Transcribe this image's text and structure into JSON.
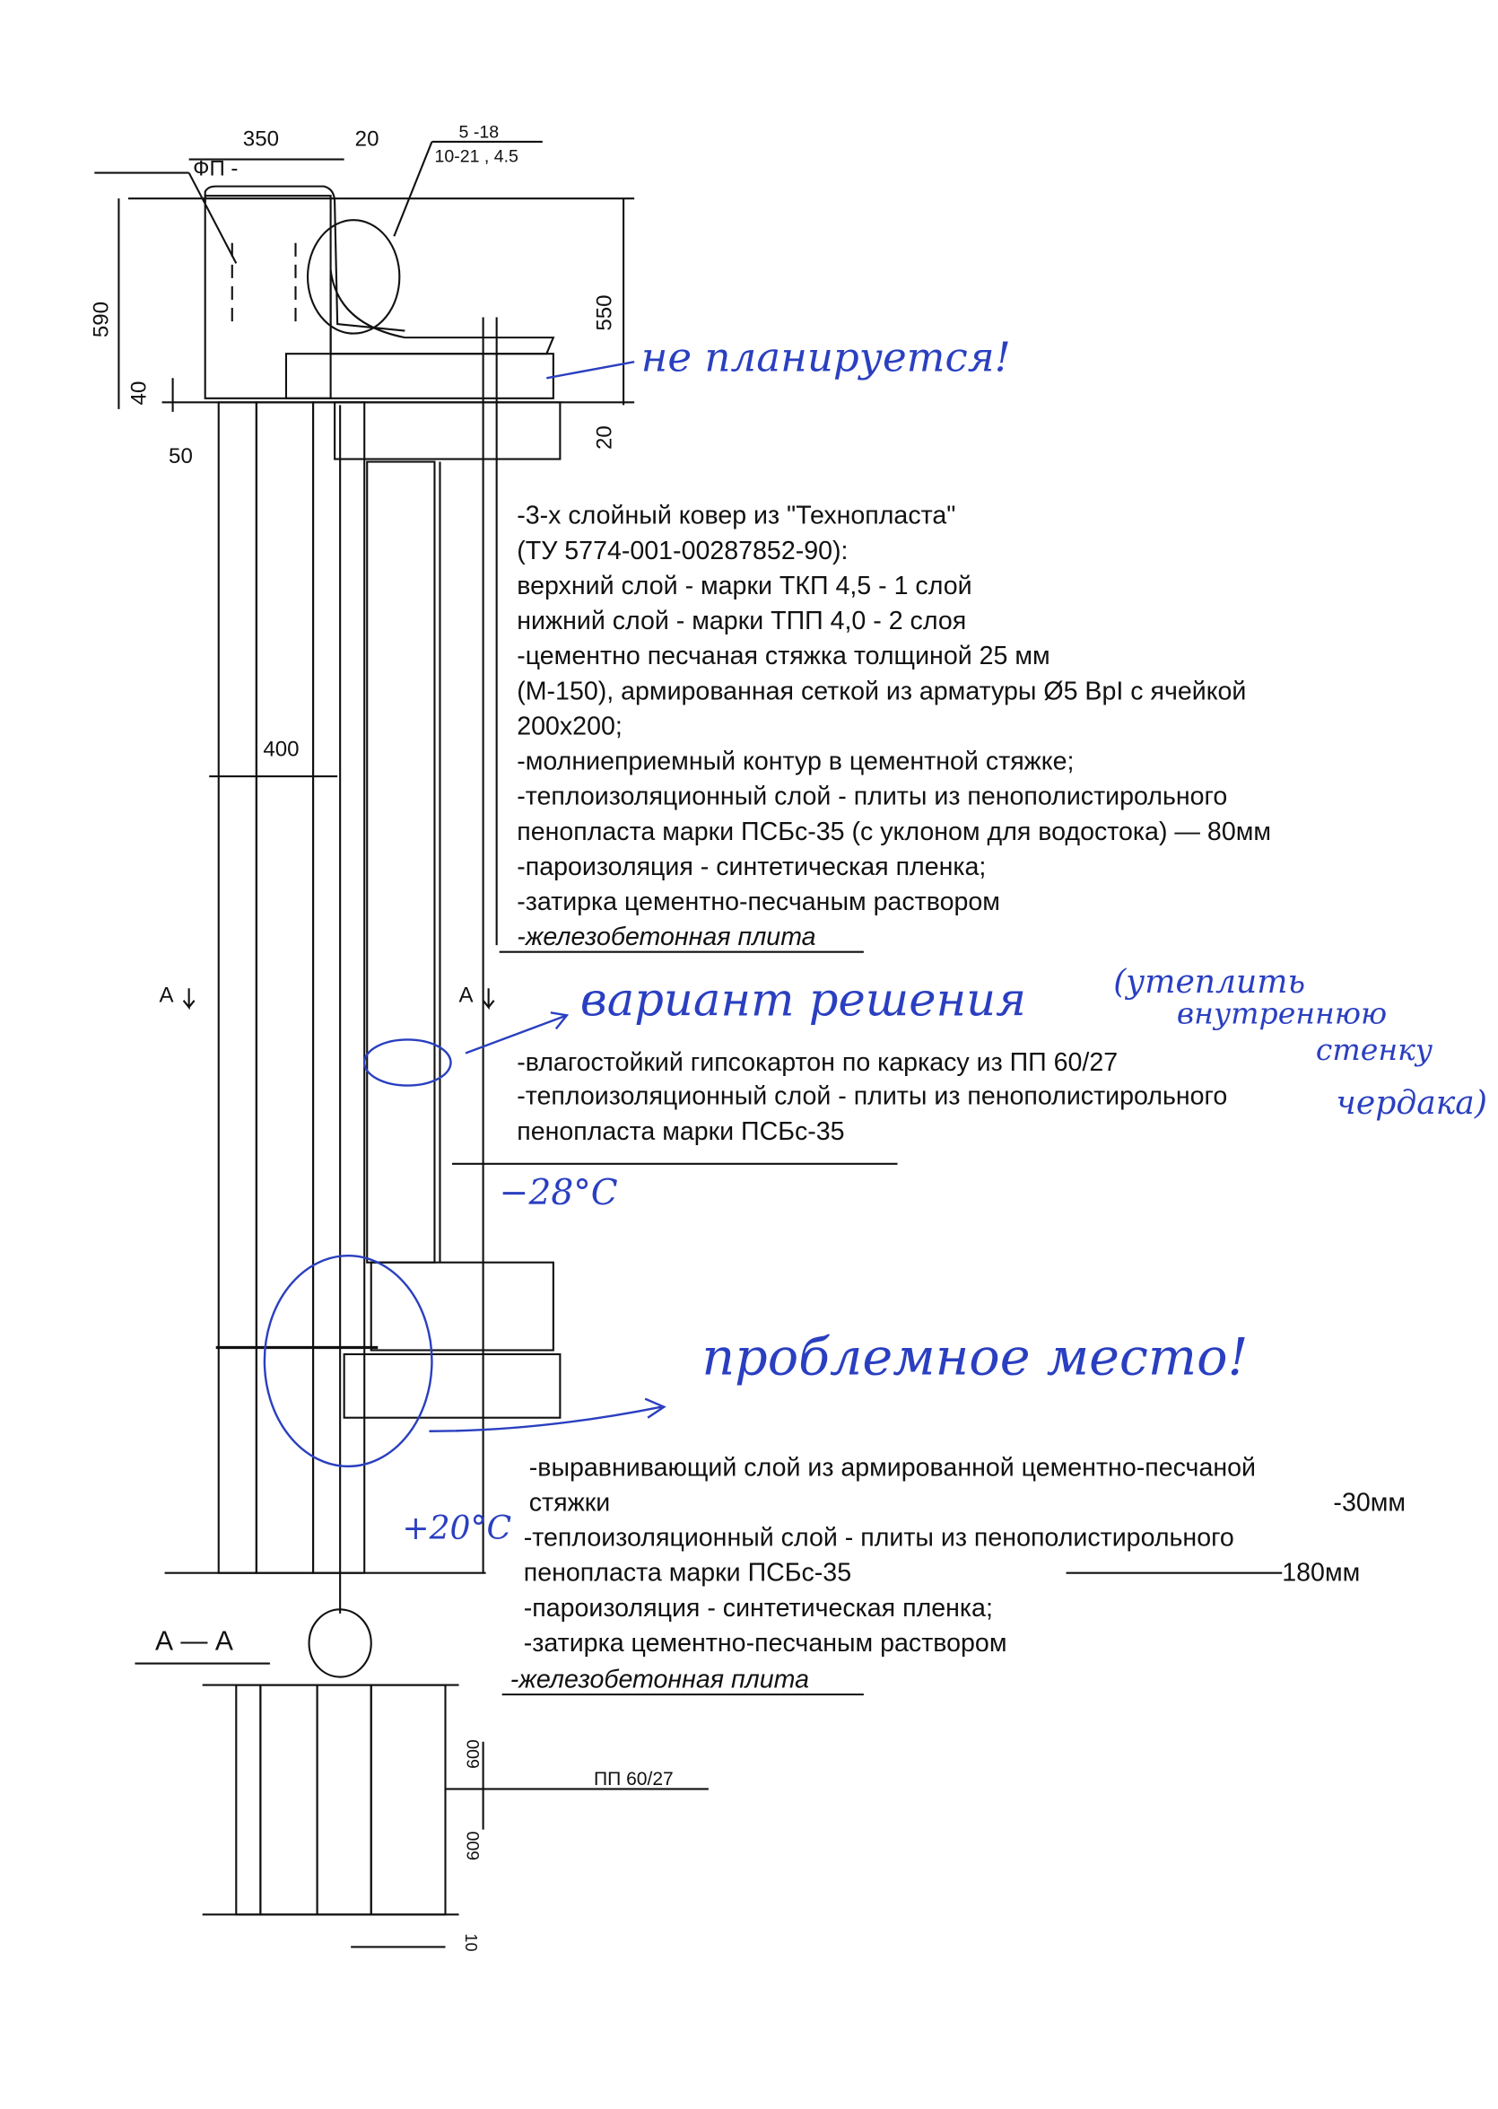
{
  "drawing": {
    "dimensions": {
      "parapet_width": "350",
      "gap": "20",
      "callout_top": "5 -18",
      "callout_bottom": "10-21 , 4.5",
      "fp_label": "ФП -",
      "height_590": "590",
      "height_40": "40",
      "offset_50": "50",
      "height_550": "550",
      "height_20": "20",
      "wall_400": "400",
      "section_mark_left": "А",
      "section_mark_right": "А",
      "section_title": "А — А",
      "spacing_top": "600",
      "spacing_bottom": "600",
      "gap_10": "10",
      "profile_label": "ПП 60/27"
    },
    "roof_spec": [
      "-3-х слойный ковер из \"Технопласта\"",
      "(ТУ 5774-001-00287852-90):",
      "верхний слой - марки ТКП 4,5 - 1 слой",
      "нижний слой - марки ТПП 4,0 - 2 слоя",
      "-цементно песчаная стяжка толщиной 25 мм",
      "(М-150), армированная сеткой из арматуры Ø5 ВрI с ячейкой",
      "200x200;",
      "-молниеприемный контур в цементной стяжке;",
      "-теплоизоляционный слой - плиты из пенополистирольного",
      "пенопласта марки ПСБс-35 (с уклоном для водостока) — 80мм",
      "-пароизоляция - синтетическая пленка;",
      "-затирка цементно-песчаным раствором",
      "-железобетонная плита"
    ],
    "wall_spec": [
      "-влагостойкий  гипсокартон по  каркасу из ПП 60/27",
      "-теплоизоляционный слой - плиты из пенополистирольного",
      "пенопласта марки ПСБс-35"
    ],
    "floor_spec": {
      "line1": "-выравнивающий слой из армированной цементно-песчаной",
      "line2": "стяжки",
      "line2_value": "-30мм",
      "line3": "-теплоизоляционный слой - плиты из пенополистирольного",
      "line4": "пенопласта марки ПСБс-35",
      "line4_value": "180мм",
      "line5": "-пароизоляция - синтетическая пленка;",
      "line6": "-затирка цементно-песчаным раствором",
      "line7": "-железобетонная плита"
    }
  },
  "annotations": {
    "not_planned": "не планируется!",
    "solution_variant": "вариант решения",
    "solution_note_1": "(утеплить",
    "solution_note_2": "внутреннюю",
    "solution_note_3": "стенку",
    "solution_note_4": "чердака)",
    "outside_temp": "−28°C",
    "problem_spot": "проблемное место!",
    "inside_temp": "+20°C",
    "ink_color": "#2a3fc0"
  }
}
